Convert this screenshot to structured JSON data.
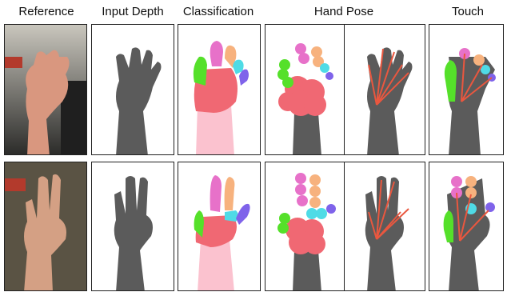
{
  "headers": {
    "reference": "Reference",
    "input_depth": "Input Depth",
    "classification": "Classification",
    "hand_pose": "Hand Pose",
    "touch": "Touch"
  },
  "colors": {
    "depth_gray": "#5b5b5b",
    "palm": "#f06873",
    "forearm": "#fbc2cf",
    "thumb": "#55e02a",
    "index": "#e771c9",
    "middle": "#f7b27e",
    "ring": "#4fdbe6",
    "pinky": "#7f63ea",
    "skeleton": "#e9573f"
  }
}
